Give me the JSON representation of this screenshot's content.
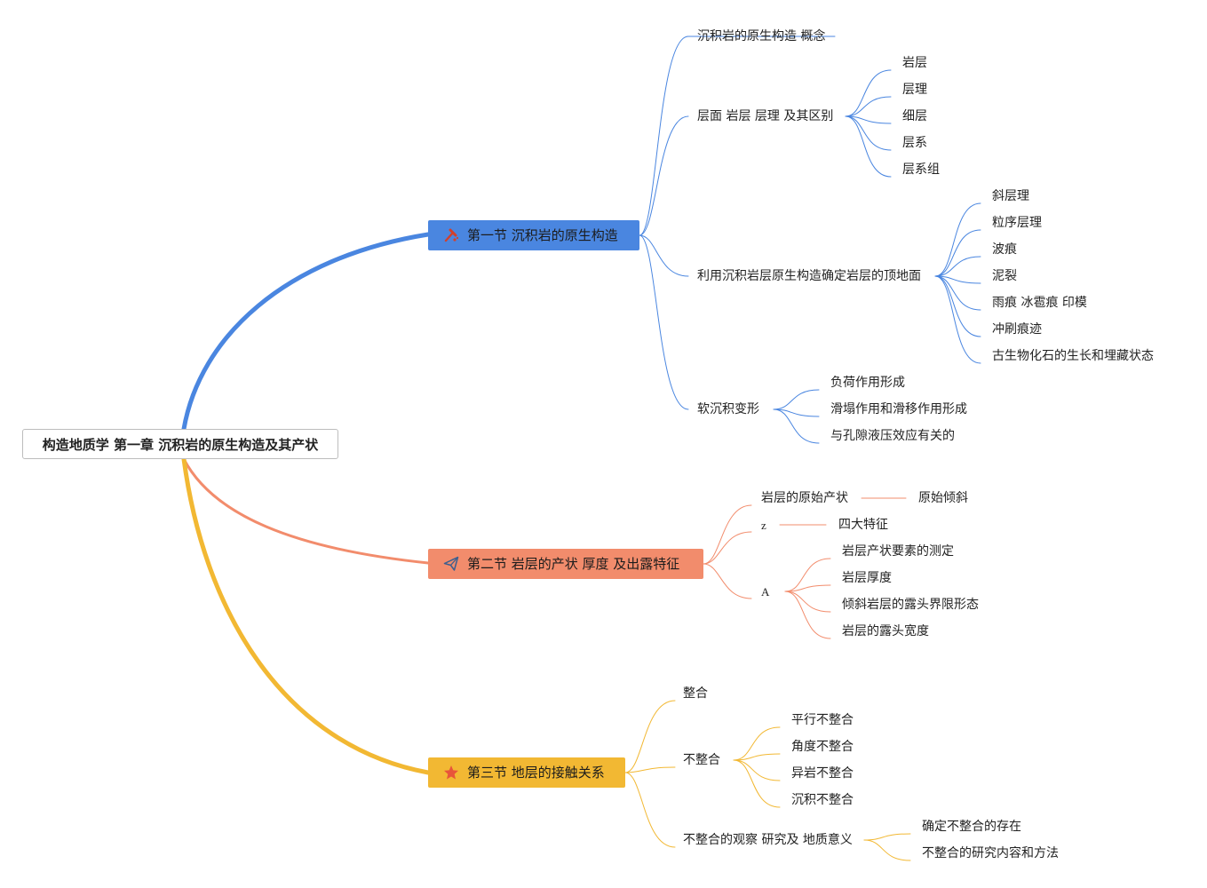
{
  "root": {
    "title": "构造地质学 第一章 沉积岩的原生构造及其产状"
  },
  "colors": {
    "blue": "#4a86e0",
    "orange": "#f28c6c",
    "yellow": "#f2b833",
    "star": "#e8553a",
    "hammer": "#d2402c"
  },
  "sections": [
    {
      "title": "第一节 沉积岩的原生构造",
      "icon": "hammer-icon",
      "children": [
        {
          "text": "沉积岩的原生构造 概念"
        },
        {
          "text": "层面 岩层 层理 及其区别",
          "children": [
            "岩层",
            "层理",
            "细层",
            "层系",
            "层系组"
          ]
        },
        {
          "text": "利用沉积岩层原生构造确定岩层的顶地面",
          "children": [
            "斜层理",
            "粒序层理",
            "波痕",
            "泥裂",
            "雨痕 冰雹痕 印模",
            "冲刷痕迹",
            "古生物化石的生长和埋藏状态"
          ]
        },
        {
          "text": "软沉积变形",
          "children": [
            "负荷作用形成",
            "滑塌作用和滑移作用形成",
            "与孔隙液压效应有关的"
          ]
        }
      ]
    },
    {
      "title": "第二节 岩层的产状 厚度 及出露特征",
      "icon": "paper-plane-icon",
      "children": [
        {
          "text": "岩层的原始产状",
          "children": [
            "原始倾斜"
          ]
        },
        {
          "text": "z",
          "children": [
            "四大特征"
          ]
        },
        {
          "text": "A",
          "children": [
            "岩层产状要素的测定",
            "岩层厚度",
            "倾斜岩层的露头界限形态",
            "岩层的露头宽度"
          ]
        }
      ]
    },
    {
      "title": "第三节 地层的接触关系",
      "icon": "star-icon",
      "children": [
        {
          "text": "整合"
        },
        {
          "text": "不整合",
          "children": [
            "平行不整合",
            "角度不整合",
            "异岩不整合",
            "沉积不整合"
          ]
        },
        {
          "text": "不整合的观察 研究及 地质意义",
          "children": [
            "确定不整合的存在",
            "不整合的研究内容和方法"
          ]
        }
      ]
    }
  ]
}
